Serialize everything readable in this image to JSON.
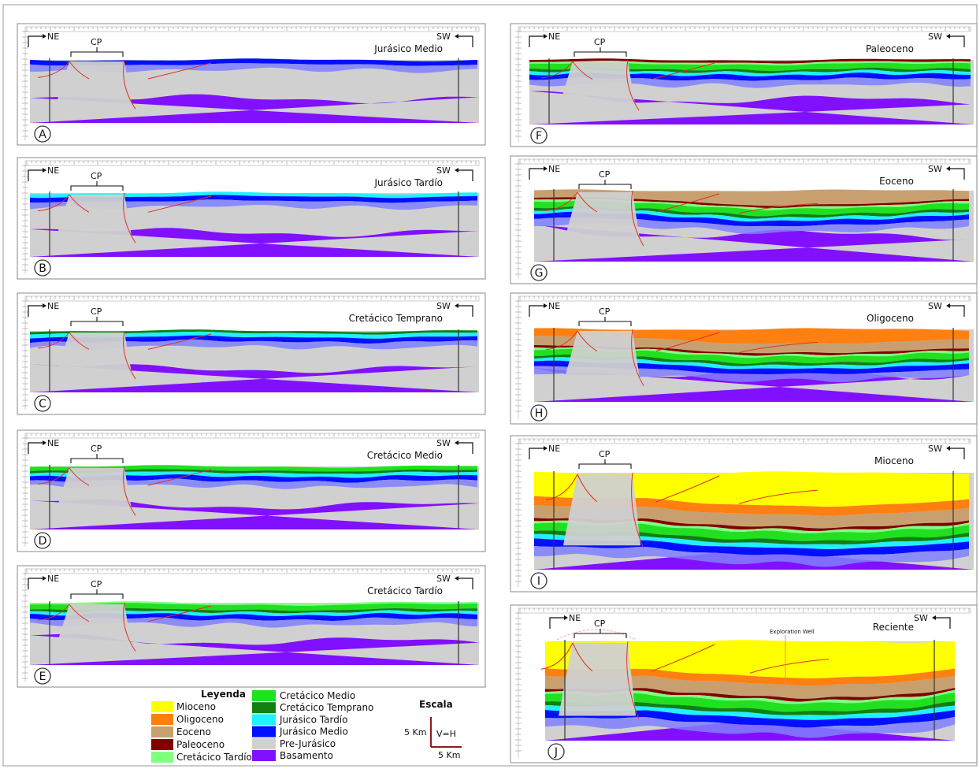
{
  "panels": [
    {
      "letter": "A",
      "age": "Jurásico Medio",
      "ne": "NE",
      "sw": "SW",
      "cp": "CP"
    },
    {
      "letter": "B",
      "age": "Jurásico Tardío",
      "ne": "NE",
      "sw": "SW",
      "cp": "CP"
    },
    {
      "letter": "C",
      "age": "Cretácico Temprano",
      "ne": "NE",
      "sw": "SW",
      "cp": "CP"
    },
    {
      "letter": "D",
      "age": "Cretácico Medio",
      "ne": "NE",
      "sw": "SW",
      "cp": "CP"
    },
    {
      "letter": "E",
      "age": "Cretácico Tardío",
      "ne": "NE",
      "sw": "SW",
      "cp": "CP"
    },
    {
      "letter": "F",
      "age": "Paleoceno",
      "ne": "NE",
      "sw": "SW",
      "cp": "CP"
    },
    {
      "letter": "G",
      "age": "Eoceno",
      "ne": "NE",
      "sw": "SW",
      "cp": "CP"
    },
    {
      "letter": "H",
      "age": "Oligoceno",
      "ne": "NE",
      "sw": "SW",
      "cp": "CP"
    },
    {
      "letter": "I",
      "age": "Mioceno",
      "ne": "NE",
      "sw": "SW",
      "cp": "CP"
    },
    {
      "letter": "J",
      "age": "Reciente",
      "ne": "NE",
      "sw": "SW",
      "cp": "CP",
      "well": "Exploration Well"
    }
  ],
  "legend": {
    "title": "Leyenda",
    "items": [
      {
        "label": "Mioceno",
        "color": "#ffff00"
      },
      {
        "label": "Oligoceno",
        "color": "#ff8010"
      },
      {
        "label": "Eoceno",
        "color": "#c8a070"
      },
      {
        "label": "Paleoceno",
        "color": "#800000"
      },
      {
        "label": "Cretácico Tardío",
        "color": "#80ff80"
      },
      {
        "label": "Cretácico Medio",
        "color": "#20e020"
      },
      {
        "label": "Cretácico Temprano",
        "color": "#108010"
      },
      {
        "label": "Jurásico Tardío",
        "color": "#20f0ff"
      },
      {
        "label": "Jurásico Medio",
        "color": "#0010ff"
      },
      {
        "label": "Pre-Jurásico",
        "color": "#d0d0d0"
      },
      {
        "label": "Basamento",
        "color": "#8010ff"
      }
    ]
  },
  "scale": {
    "title": "Escala",
    "vertical": "5 Km",
    "horizontal": "5 Km",
    "ratio": "V=H"
  },
  "colors": {
    "fault": "#e03020",
    "frame": "#888888",
    "blueHalo": "#8080ff"
  }
}
